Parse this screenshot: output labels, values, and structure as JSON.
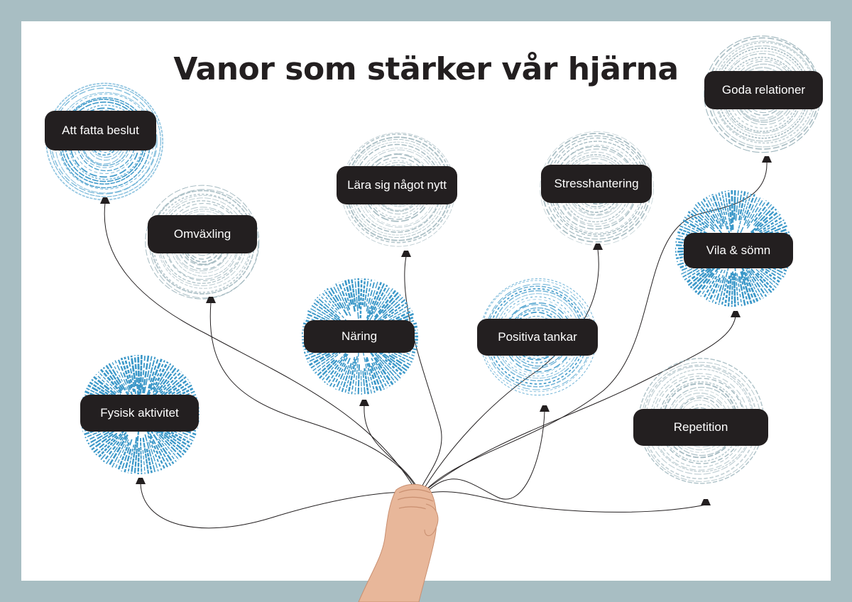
{
  "title": "Vanor som stärker vår hjärna",
  "colors": {
    "frame": "#a8bec3",
    "background": "#ffffff",
    "ink": "#231f20",
    "balloon_blue": "#3a97c8",
    "balloon_grey": "#9fb6bd"
  },
  "balloons": [
    {
      "label": "Att fatta beslut",
      "style": "swirl-blue"
    },
    {
      "label": "Omväxling",
      "style": "swirl-grey"
    },
    {
      "label": "Lära sig något nytt",
      "style": "swirl-grey"
    },
    {
      "label": "Stresshantering",
      "style": "swirl-grey"
    },
    {
      "label": "Goda relationer",
      "style": "swirl-grey"
    },
    {
      "label": "Vila & sömn",
      "style": "rays-blue"
    },
    {
      "label": "Näring",
      "style": "rays-blue"
    },
    {
      "label": "Positiva tankar",
      "style": "swirl-blue"
    },
    {
      "label": "Fysisk aktivitet",
      "style": "rays-blue"
    },
    {
      "label": "Repetition",
      "style": "swirl-grey"
    }
  ]
}
